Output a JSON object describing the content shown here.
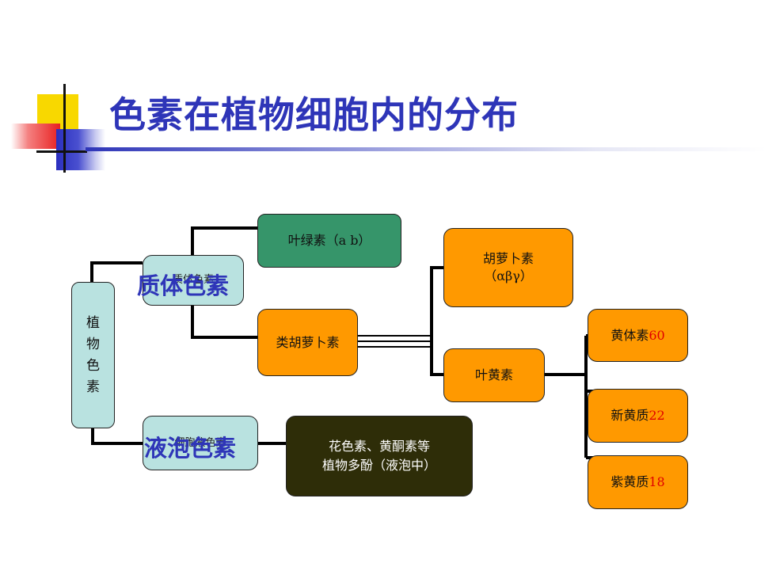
{
  "title": "色素在植物细胞内的分布",
  "nodes": {
    "root": [
      "植",
      "物",
      "色",
      "素"
    ],
    "plastid_small": "质体色素",
    "plastid_label": "质体色素",
    "chlorophyll": "叶绿素（a b）",
    "carotenoid": "类胡萝卜素",
    "carotene": {
      "line1": "胡萝卜素",
      "line2": "（αβγ）"
    },
    "xanthophyll": "叶黄素",
    "lutein": {
      "name": "黄体素",
      "num": "60"
    },
    "neoxanthin": {
      "name": "新黄质",
      "num": "22"
    },
    "violaxanthin": {
      "name": "紫黄质",
      "num": "18"
    },
    "vacuole_small": "细胞液色素",
    "vacuole_label": "液泡色素",
    "flavonoid": {
      "line1": "花色素、黄酮素等",
      "line2": "植物多酚（液泡中）"
    }
  },
  "colors": {
    "title": "#2e35b8",
    "light_blue": "#b9e2e0",
    "green": "#36956a",
    "orange": "#ff9900",
    "dark_olive": "#2e2d08",
    "number_red": "#e00000"
  }
}
